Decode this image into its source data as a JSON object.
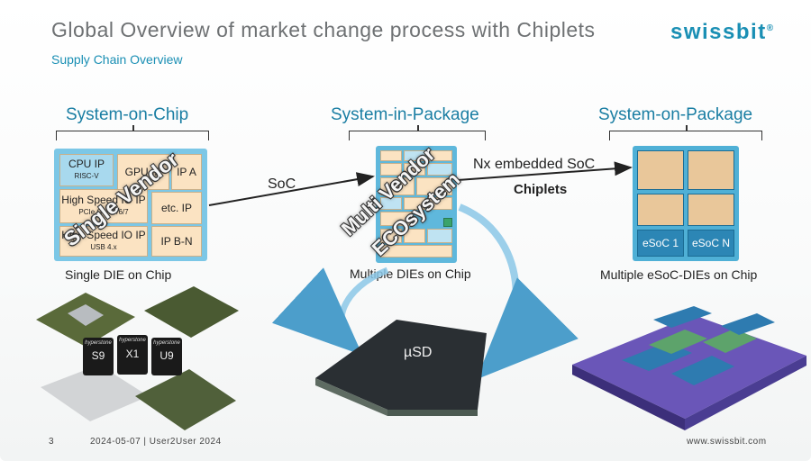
{
  "header": {
    "title": "Global Overview of market change process with Chiplets",
    "subtitle": "Supply Chain Overview",
    "logo_text": "swissbit",
    "logo_mark": "®"
  },
  "sections": {
    "soc": {
      "heading": "System-on-Chip",
      "caption": "Single DIE on Chip",
      "overlay_label": "Single Vendor",
      "blocks": {
        "cpu": "CPU IP",
        "cpu_sub": "RISC-V",
        "gpu": "GPU IP",
        "ipa": "IP A",
        "hsio1": "High Speed IO IP",
        "hsio1_sub": "PCIe Gen 5/6/7",
        "etc": "etc. IP",
        "hsio2": "High Speed IO IP",
        "hsio2_sub": "USB 4.x",
        "ipbn": "IP B-N"
      }
    },
    "sip": {
      "heading": "System-in-Package",
      "caption": "Multiple DIEs on Chip",
      "overlay_line1": "Multi Vendor",
      "overlay_line2": "ECOsystem"
    },
    "sop": {
      "heading": "System-on-Package",
      "caption": "Multiple eSoC-DIEs on Chip",
      "esoc1": "eSoC 1",
      "esocn": "eSoC N"
    }
  },
  "arrows": {
    "soc_label": "SoC",
    "embedded_label": "Nx embedded SoC",
    "chiplets_label": "Chiplets"
  },
  "photos": {
    "chip_brand": "hyperstone",
    "chip1": "S9",
    "chip2": "X1",
    "chip3": "U9",
    "usd_label": "µSD"
  },
  "footer": {
    "page": "3",
    "date_event": "2024-05-07 |  User2User 2024",
    "url": "www.swissbit.com"
  },
  "colors": {
    "accent": "#1a8fb4",
    "die_beige": "#fbe3c2",
    "package_blue": "#5fb8dc"
  }
}
